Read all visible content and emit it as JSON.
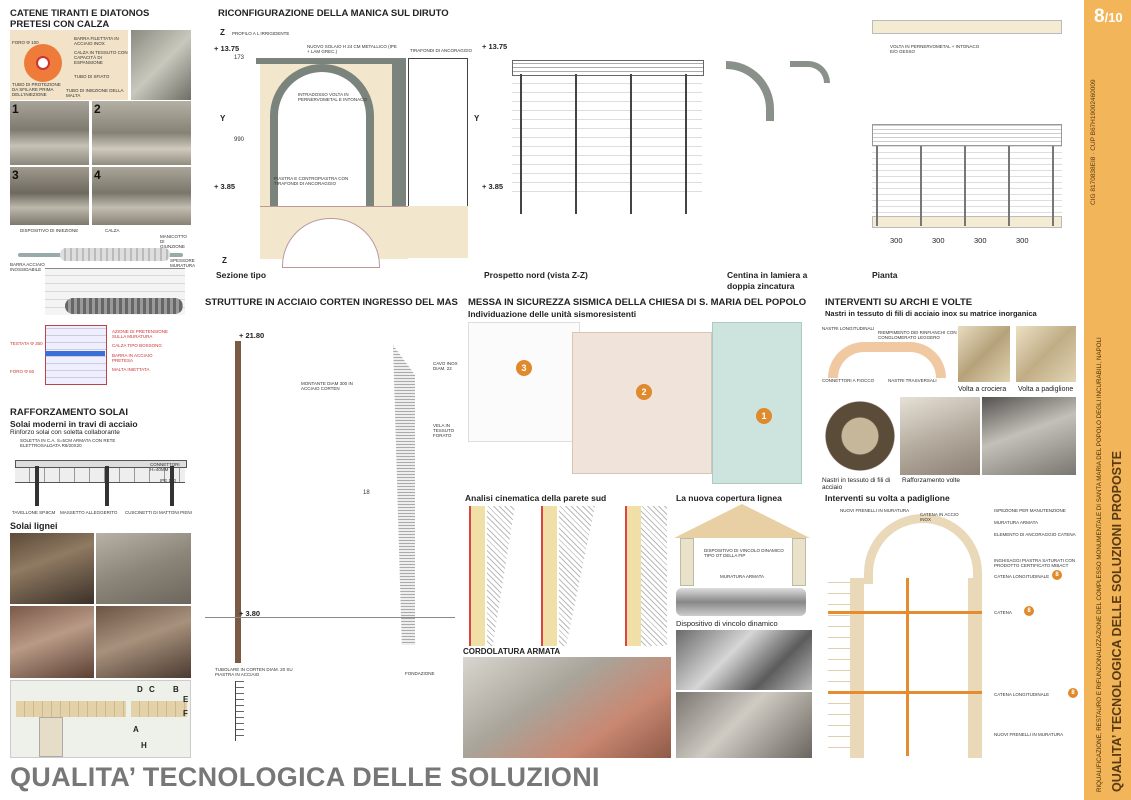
{
  "page_number": "8",
  "page_total": "/10",
  "footer_title": "QUALITA’ TECNOLOGICA DELLE SOLUZIONI",
  "sidebar": {
    "title": "QUALITA’ TECNOLOGICA DELLE SOLUZIONI PROPOSTE",
    "project": "RIQUALIFICAZIONE, RESTAURO E RIFUNZIONALIZZAZIONE DEL COMPLESSO MONUMENTALE DI SANTA MARIA DEL POPOLO DEGLI INCURABILI, NAPOLI",
    "codes": "CIG 8170838EI8 · CUP B67H19002460009"
  },
  "catene": {
    "title": "CATENE TIRANTI E DIATONOS PRETESI CON CALZA",
    "foro": "FORO Φ 100",
    "barra": "BARRA FILETTATA IN ACCIAIO INOX",
    "calza": "CALZA IN TESSUTO CON CAPACITÀ DI ESPANSIONE",
    "tubo_sfiato": "TUBO DI SFIATO",
    "tubo_prot": "TUBO DI PROTEZIONE DA SFILARE PRIMA DELL'INIEZIONE",
    "tubo_iniez": "TUBO DI INIEZIONE DELLA MALTA",
    "steps": [
      "1",
      "2",
      "3",
      "4"
    ],
    "disp": "DISPOSITIVO DI INIEZIONE",
    "calza2": "CALZA",
    "manicotto": "MANICOTTO DI GIUNZIONE",
    "barra_inox": "BARRA ACCIAIO INOSSIDABILE",
    "spessore": "SPESSORE MURATURA",
    "testata": "TESTATA Φ 350",
    "foro60": "FORO Φ 60",
    "azione": "AZIONE DI PRETENSIONE SULLA MURATURA",
    "calza_tipo": "CALZA TIPO BOSSONG",
    "barra_pretesa": "BARRA IN ACCIAIO PRETESA",
    "malta": "MALTA INIETTATA"
  },
  "solai": {
    "title": "RAFFORZAMENTO SOLAI",
    "sub": "Solai moderni in travi di acciaio",
    "desc": "Rinforzo solai con soletta collaborante",
    "soletta": "SOLETTA IN C.A. S=5CM ARMATA CON RETE ELETTROSALDATA R8/20x20",
    "connettori": "CONNETTORI H=40mm",
    "ipe": "IPE 180",
    "tavellone": "TAVELLONE SP.8CM",
    "massetto": "MASSETTO ALLEGGERITO",
    "cuscinetti": "CUSCINETTI DI MATTONI PIENI",
    "lignei": "Solai lignei",
    "letters": [
      "D",
      "C",
      "B",
      "E",
      "F",
      "A",
      "H"
    ]
  },
  "manica": {
    "title": "RICONFIGURAZIONE DELLA MANICA SUL DIRUTO",
    "z": "Z",
    "profilo": "PROFILO A L IRRIGIDENTE",
    "solaio": "NUOVO SOLAIO H 24 CM METALLICO (IPE + LAM GREC.)",
    "tirafondi": "TIRAFONDI DI ANCORAGGIO",
    "intradosso": "INTRADOSSO VOLTA IN PERNERVOMETAL E INTONACO",
    "piastra": "PIASTRA E CONTROPIASTRA CON TIRAFONDI DI ANCORAGGIO",
    "lev_top": "+ 13.75",
    "lev_bot": "+ 3.85",
    "dim173": "173",
    "dim990": "990",
    "y": "Y",
    "sezione": "Sezione tipo",
    "prospetto": "Prospetto nord (vista Z-Z)",
    "centina": "Centina in lamiera a doppia zincatura",
    "pianta": "Pianta",
    "volta_note": "VOLTA IN PERNERVOMETAL + INTONACO E/O GESSO",
    "spans": [
      "300",
      "300",
      "300",
      "300"
    ]
  },
  "corten": {
    "title": "STRUTTURE IN ACCIAIO CORTEN INGRESSO DEL MAS",
    "lev_top": "+ 21.80",
    "lev_bot": "+ 3.80",
    "montante": "MONTANTE DIAM 300 IN ACCIAIO CORTEN",
    "cavo": "CAVO INOX DIAM. 22",
    "vela": "VELA IN TESSUTO FORATO",
    "dim18": "18",
    "tubolare": "TUBOLARE IN CORTEN DIAM. 20 SU PIASTRA IN ACCIAIO",
    "fondazione": "FONDAZIONE"
  },
  "sismica": {
    "title": "MESSA IN SICUREZZA SISMICA DELLA CHIESA DI S. MARIA DEL POPOLO",
    "sub": "Individuazione delle unità sismoresistenti",
    "units": [
      "3",
      "2",
      "1"
    ],
    "analisi": "Analisi cinematica della parete sud",
    "copertura": "La nuova copertura lignea",
    "vincolo": "DISPOSITIVO DI VINCOLO DINAMICO TIPO OT DELLA FIP",
    "muratura": "MURATURA ARMATA",
    "vincolo_cap": "Dispositivo di vincolo dinamico",
    "cordolatura": "CORDOLATURA ARMATA"
  },
  "archi": {
    "title": "INTERVENTI SU ARCHI E VOLTE",
    "sub": "Nastri in tessuto di fili di acciaio inox su matrice inorganica",
    "nastri_long": "NASTRI LONGITUDINALI",
    "riempimento": "RIEMPIMENTO DEI RINFIANCHI CON CONGLOMERATO LEGGERO",
    "connettori": "CONNETTORI A FIOCCO",
    "nastri_trasv": "NASTRI TRASVERSALI",
    "crociera": "Volta a crociera",
    "padiglione": "Volta a padiglione",
    "nastri_cap": "Nastri in tessuto di fili di acciaio",
    "rafforz_cap": "Rafforzamento volte",
    "padiglione_title": "Interventi su volta a padiglione",
    "frenelli": "NUOVI FRENELLI IN MURATURA",
    "catena_inox": "CATENA IN ACCIO INOX",
    "ispezione": "ISPEZIONE PER MANUTENZIONE",
    "muratura_arm": "MURATURA ARMATA",
    "elemento": "ELEMENTO DI ANCORAGGIO CATENA",
    "inghisaggi": "INGHISAGGI PIASTRA SATURATI CON PRODOTTO CERTIFICATO MIBACT",
    "catena_long": "CATENA LONGITUDINALE",
    "catena": "CATENA",
    "badge_a": "8",
    "badge_b": "8",
    "badge_c": "8"
  }
}
